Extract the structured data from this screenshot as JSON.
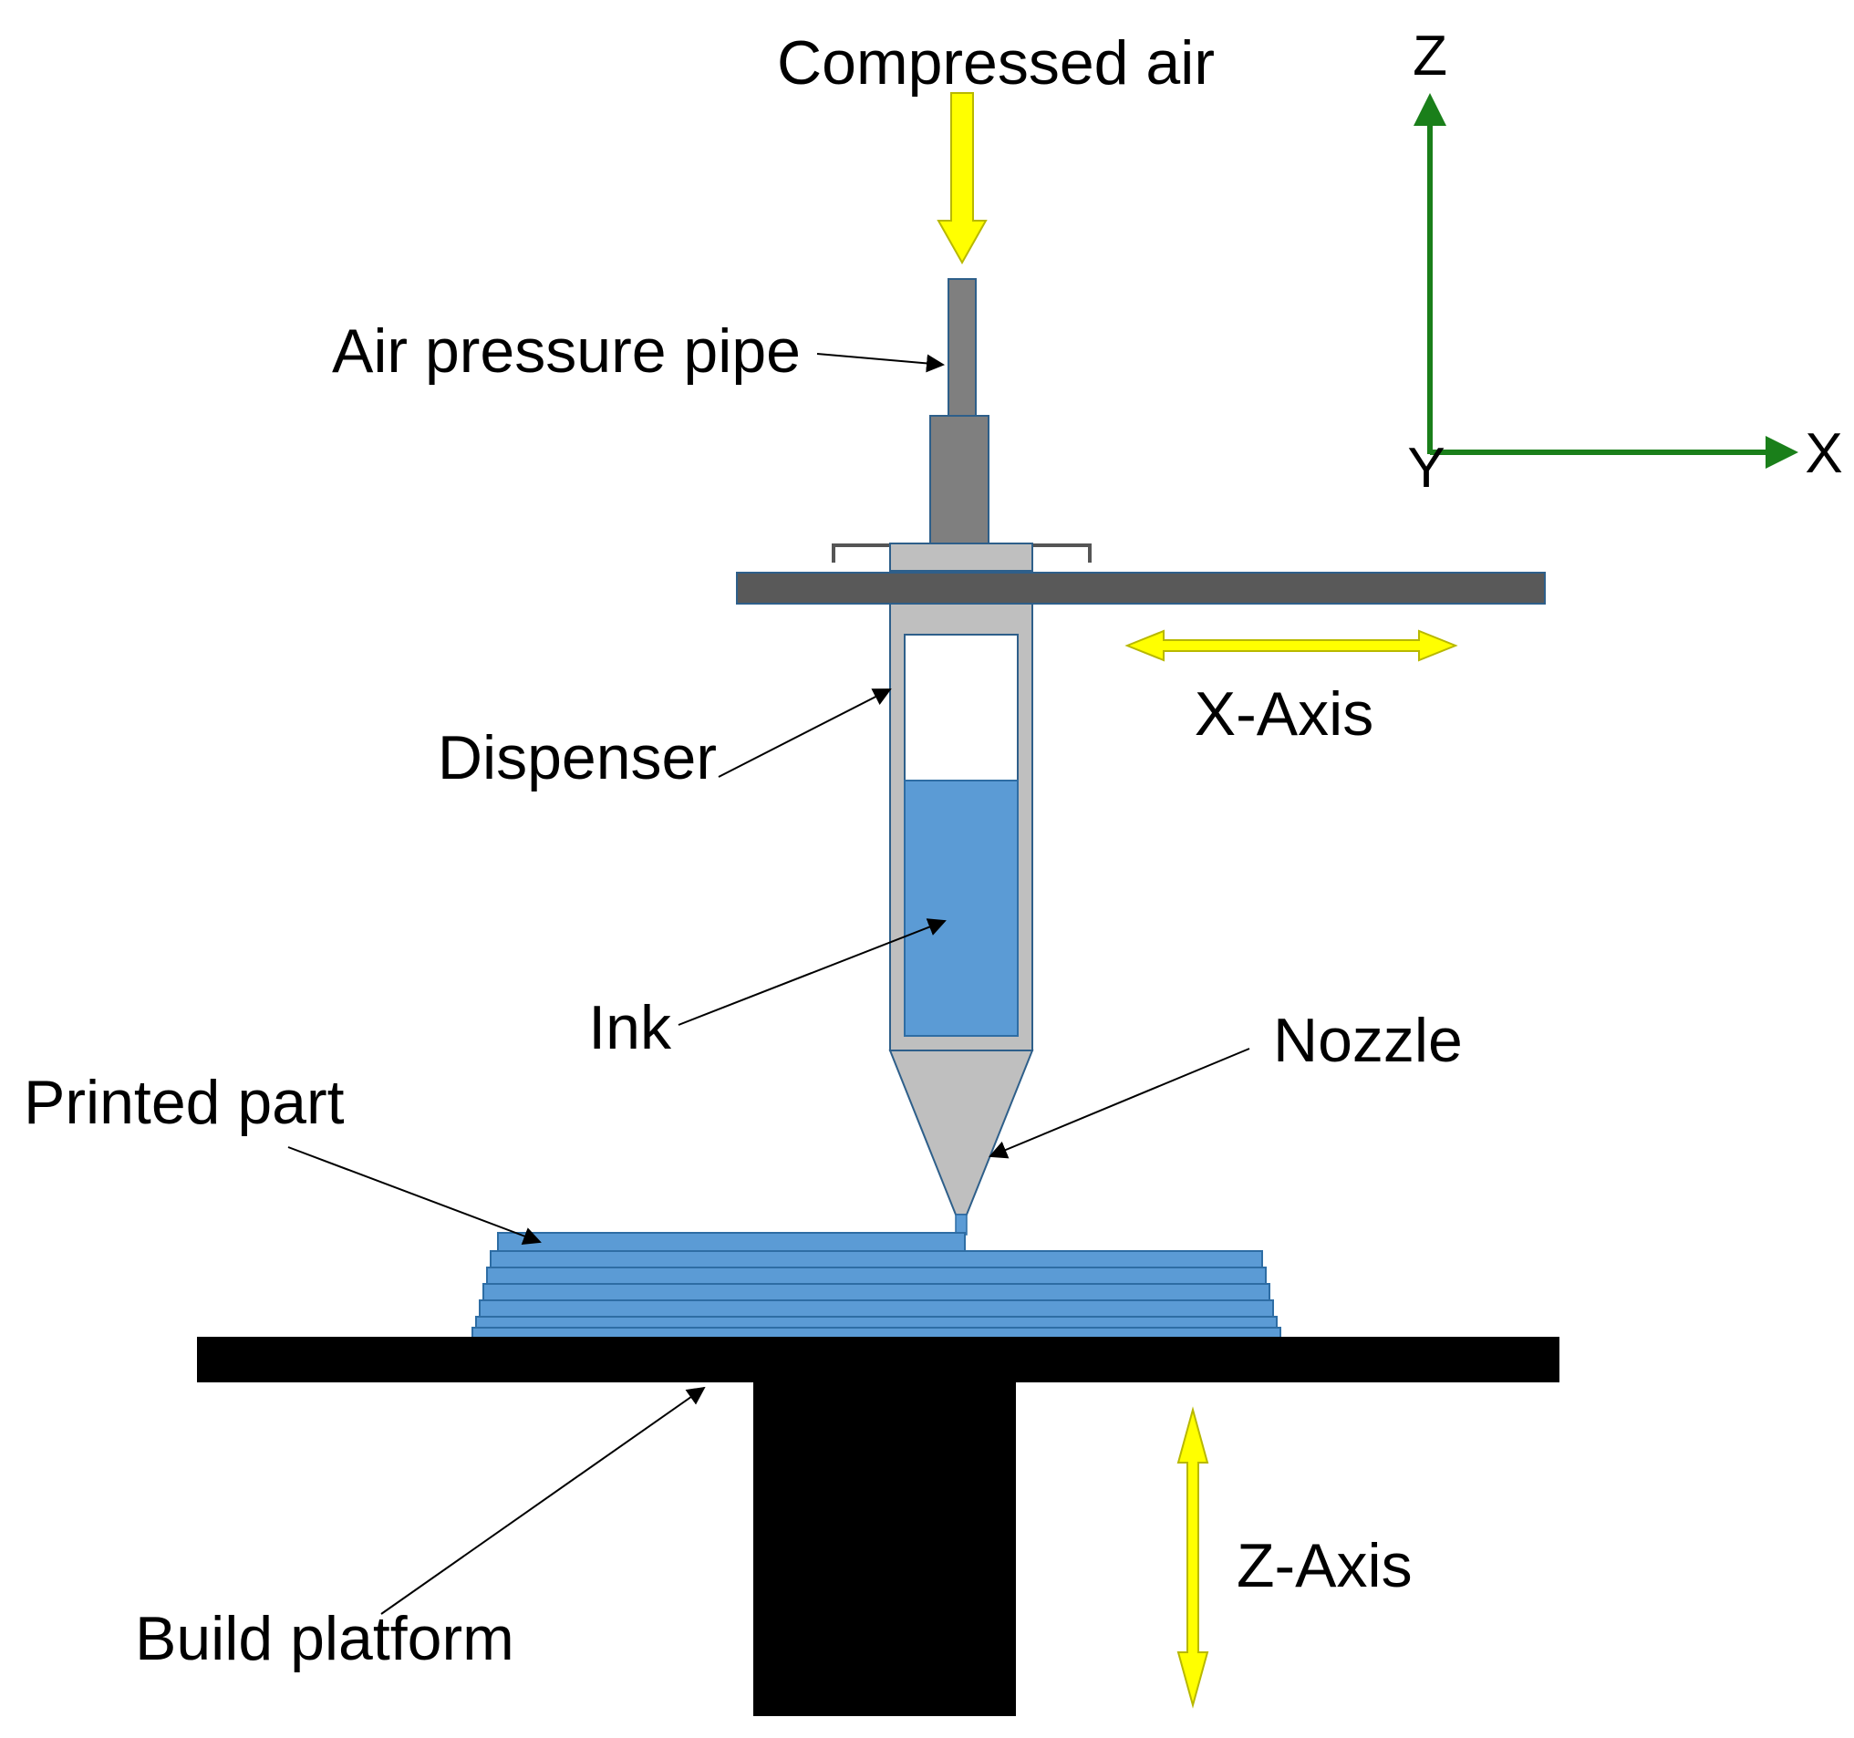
{
  "labels": {
    "compressed_air": "Compressed air",
    "air_pressure_pipe": "Air pressure pipe",
    "dispenser": "Dispenser",
    "ink": "Ink",
    "nozzle": "Nozzle",
    "printed_part": "Printed part",
    "build_platform": "Build platform",
    "x_axis_motion": "X-Axis",
    "z_axis_motion": "Z-Axis"
  },
  "coordinate_frame": {
    "z": "Z",
    "x": "X",
    "y": "Y"
  },
  "colors": {
    "ink": "#5b9bd5",
    "ink_border": "#2e6da4",
    "barrel": "#bfbfbf",
    "pipe": "#7f7f7f",
    "gantry": "#595959",
    "platform": "#000000",
    "motion_arrow": "#ffff00",
    "coordinate_axes": "#1a7f1a"
  }
}
